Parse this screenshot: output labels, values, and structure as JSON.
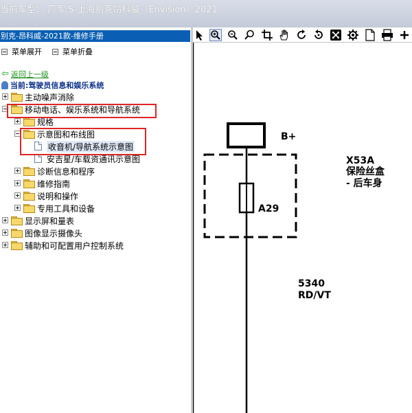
{
  "window": {
    "title_prefix": "当前车型：",
    "title_maker": "厂家:S-上海别克昂科威（Envision）2021"
  },
  "left_panel": {
    "header": "别克-昂科威-2021款-维修手册",
    "expand_label": "菜单展开",
    "collapse_label": "菜单折叠",
    "back_label": "返回上一级",
    "current_label": "当前:驾驶员信息和娱乐系统"
  },
  "tree": [
    {
      "label": "主动噪声消除",
      "level": 0,
      "type": "folder",
      "expander": "plus"
    },
    {
      "label": "移动电话、娱乐系统和导航系统",
      "level": 0,
      "type": "folder",
      "expander": "minus"
    },
    {
      "label": "规格",
      "level": 1,
      "type": "folder",
      "expander": "plus"
    },
    {
      "label": "示意图和布线图",
      "level": 1,
      "type": "folder",
      "expander": "minus"
    },
    {
      "label": "收音机/导航系统示意图",
      "level": 2,
      "type": "doc",
      "selected": true
    },
    {
      "label": "安吉星/车载资通讯示意图",
      "level": 2,
      "type": "doc"
    },
    {
      "label": "诊断信息和程序",
      "level": 1,
      "type": "folder",
      "expander": "plus"
    },
    {
      "label": "维修指南",
      "level": 1,
      "type": "folder",
      "expander": "plus"
    },
    {
      "label": "说明和操作",
      "level": 1,
      "type": "folder",
      "expander": "plus"
    },
    {
      "label": "专用工具和设备",
      "level": 1,
      "type": "folder",
      "expander": "plus"
    },
    {
      "label": "显示屏和量表",
      "level": 0,
      "type": "folder",
      "expander": "plus"
    },
    {
      "label": "图像显示摄像头",
      "level": 0,
      "type": "folder",
      "expander": "plus"
    },
    {
      "label": "辅助和可配置用户控制系统",
      "level": 0,
      "type": "folder",
      "expander": "plus"
    }
  ],
  "toolbar": [
    "select-arrow-icon",
    "zoom-in-icon",
    "zoom-out-icon",
    "zoom-search-icon",
    "crop-icon",
    "pan-hand-icon",
    "rotate-icon",
    "rotate-alt-icon",
    "fit-icon",
    "settings-gear-icon",
    "page-icon",
    "print-icon",
    "more-icon"
  ],
  "diagram": {
    "battery_label": "B+",
    "fuse_box_name": "X53A",
    "fuse_box_desc": "保险丝盒",
    "fuse_box_loc": "- 后车身",
    "fuse_label": "A29",
    "wire_circuit": "5340",
    "wire_color": "RD/VT"
  },
  "colors": {
    "header_bg": "#0a5fb4",
    "highlight_box": "#e02424",
    "back_link": "#1b8f1b",
    "current_label": "#0a2e8a"
  }
}
